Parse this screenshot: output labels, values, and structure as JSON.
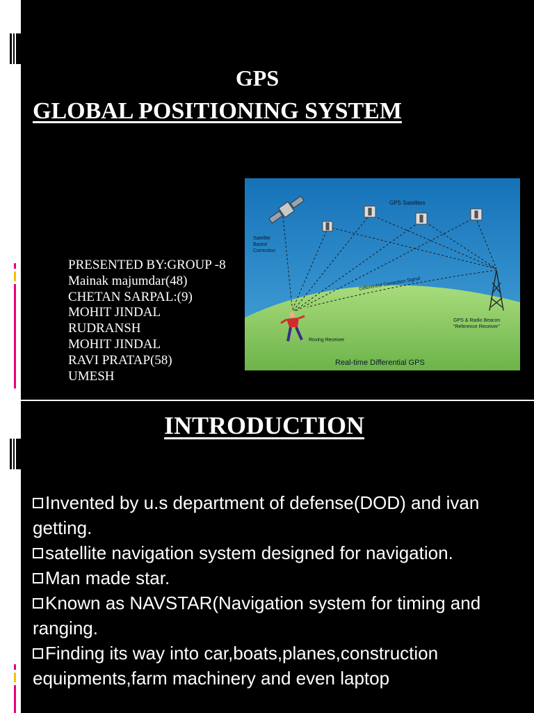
{
  "slide1": {
    "title_short": "GPS",
    "title_full": "GLOBAL  POSITIONING SYSTEM",
    "presenters": [
      "PRESENTED BY:GROUP -8",
      "Mainak majumdar(48)",
      "CHETAN SARPAL:(9)",
      "MOHIT JINDAL",
      "RUDRANSH",
      "MOHIT JINDAL",
      "RAVI PRATAP(58)",
      "UMESH"
    ],
    "figure": {
      "satellites_label": "GPS Satellites",
      "correction_label_1": "Satellite",
      "correction_label_2": "Based",
      "correction_label_3": "Correction",
      "signal_label": "Differential Correction Signal",
      "beacon_label_1": "GPS & Radio Beacon",
      "beacon_label_2": "\"Reference Receiver\"",
      "receiver_label": "Roving Receiver",
      "caption": "Real-time Differential GPS"
    }
  },
  "slide2": {
    "heading": "INTRODUCTION",
    "bullets": [
      "Invented by u.s department of defense(DOD) and ivan getting.",
      "satellite navigation system designed for navigation.",
      "Man made star.",
      "Known as NAVSTAR(Navigation system for timing and ranging.",
      "Finding its way into car,boats,planes,construction equipments,farm machinery and even laptop"
    ]
  },
  "colors": {
    "slide_background": "#000000",
    "accent_pink": "#e6007e",
    "accent_yellow": "#f2c200",
    "sky_blue": "#1e88c8",
    "ground_green": "#8fcf6a"
  }
}
